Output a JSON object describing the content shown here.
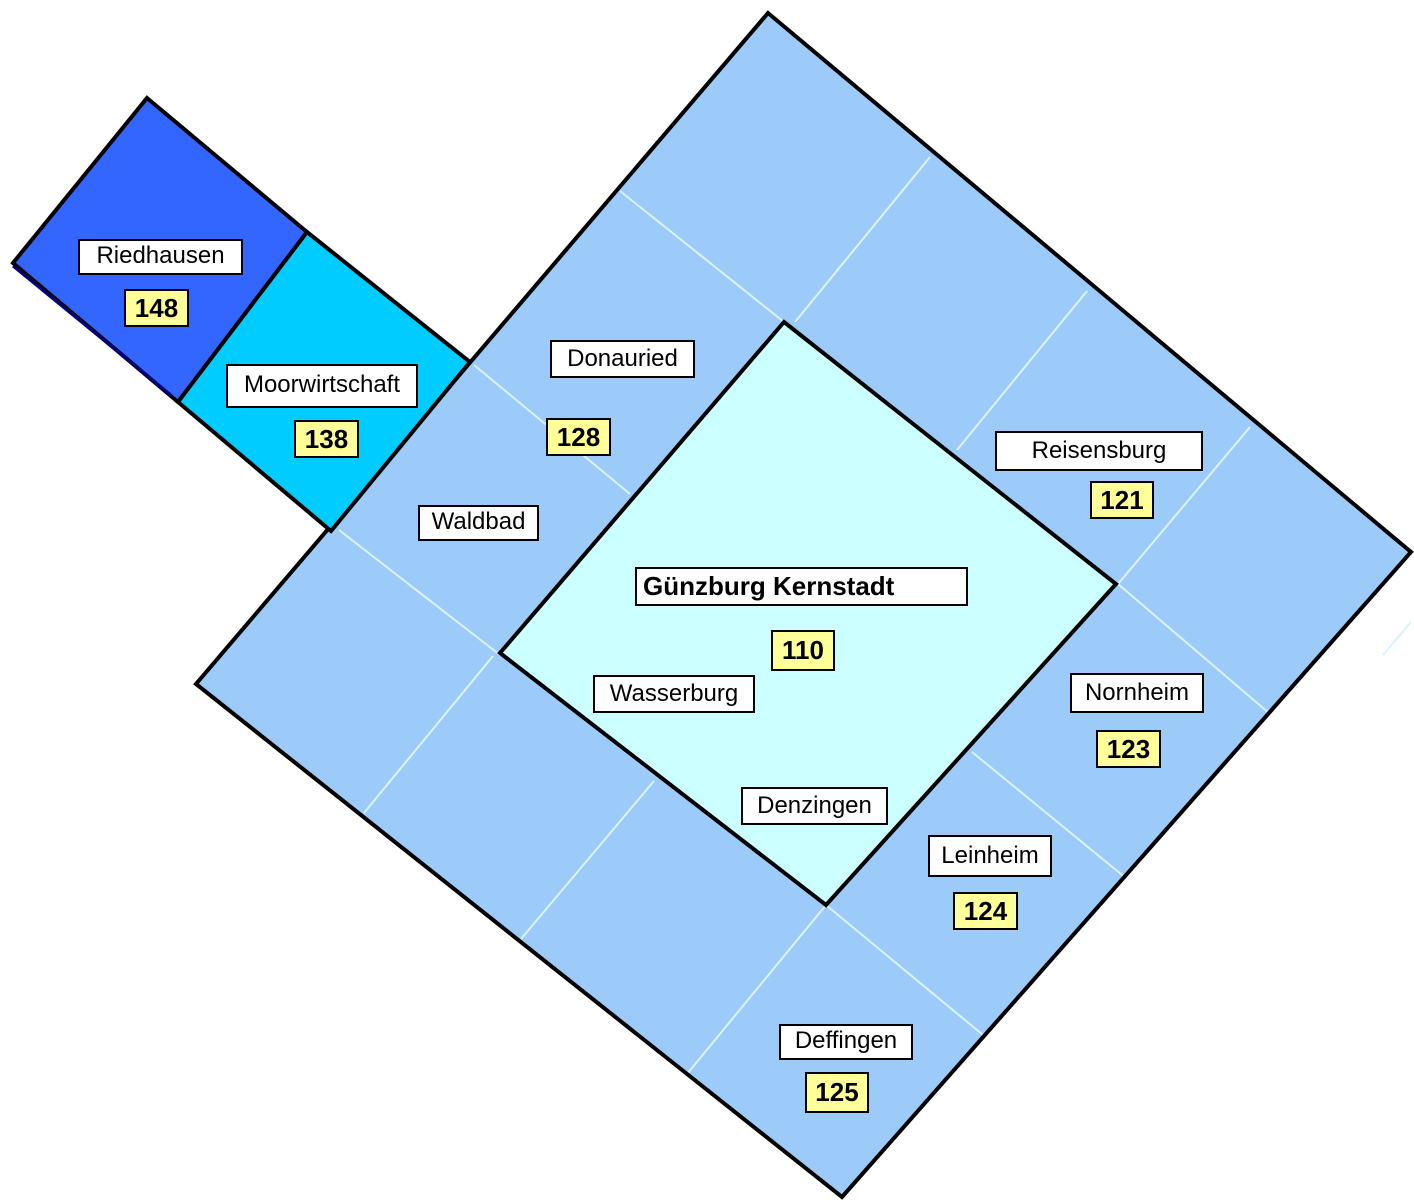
{
  "colors": {
    "background": "#ffffff",
    "outer_ring": "#9ccbfa",
    "inner_core": "#ccffff",
    "riedhausen": "#3366ff",
    "moorwirtschaft": "#00ccff",
    "number_box": "#ffff99",
    "grid_lines": "#d9f3ff"
  },
  "districts": [
    {
      "id": "kernstadt",
      "name": "Günzburg Kernstadt",
      "code": "110"
    },
    {
      "id": "reisensburg",
      "name": "Reisensburg",
      "code": "121"
    },
    {
      "id": "nornheim",
      "name": "Nornheim",
      "code": "123"
    },
    {
      "id": "leinheim",
      "name": "Leinheim",
      "code": "124"
    },
    {
      "id": "deffingen",
      "name": "Deffingen",
      "code": "125"
    },
    {
      "id": "donauried",
      "name": "Donauried",
      "code": "128"
    },
    {
      "id": "moorwirtschaft",
      "name": "Moorwirtschaft",
      "code": "138"
    },
    {
      "id": "riedhausen",
      "name": "Riedhausen",
      "code": "148"
    }
  ],
  "places": [
    {
      "id": "waldbad",
      "name": "Waldbad"
    },
    {
      "id": "wasserburg",
      "name": "Wasserburg"
    },
    {
      "id": "denzingen",
      "name": "Denzingen"
    }
  ]
}
